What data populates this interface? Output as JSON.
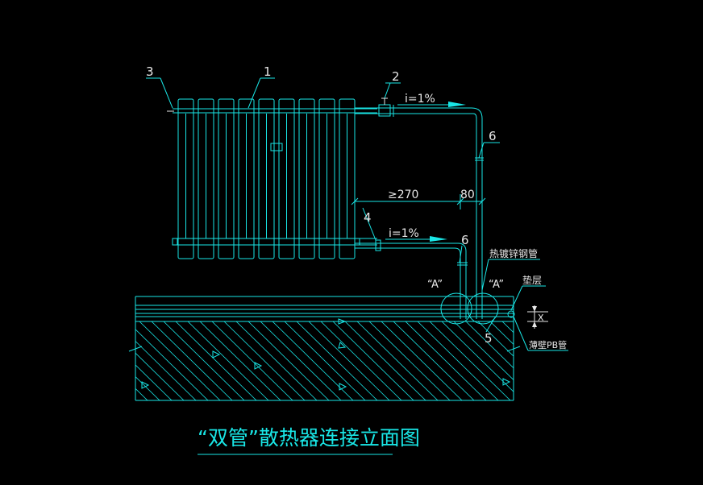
{
  "diagram": {
    "title": "“双管”散热器连接立面图",
    "callouts": {
      "c1": "1",
      "c2": "2",
      "c3": "3",
      "c4": "4",
      "c5": "5",
      "c6a": "6",
      "c6b": "6"
    },
    "slope_upper": "i=1%",
    "slope_lower": "i=1%",
    "dim_270": "≥270",
    "dim_80": "80",
    "detail_a_left": "“A”",
    "detail_a_right": "“A”",
    "label_pipe": "热镀锌钢管",
    "label_layer": "垫层",
    "label_pb": "薄壁PB管",
    "dim_x": "X"
  },
  "colors": {
    "line": "#19e6e6",
    "accent": "#e8e8e8",
    "background": "#000000"
  }
}
